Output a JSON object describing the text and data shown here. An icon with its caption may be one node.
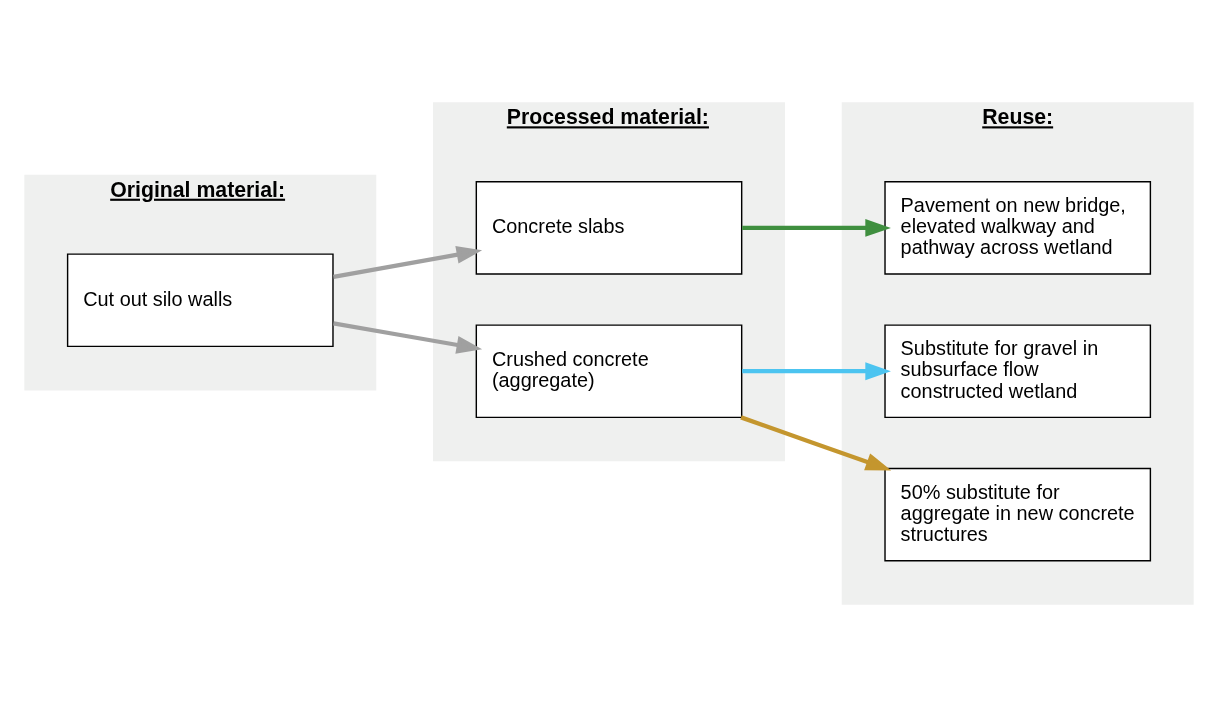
{
  "diagram": {
    "nodes": [
      {
        "text": [
          "Original material:"
        ]
      },
      {
        "text": [
          "Cut out silo walls"
        ],
        "in": 0
      },
      {
        "text": [
          "Processed material:"
        ]
      },
      {
        "text": [
          "Concrete slabs"
        ],
        "in": 2
      },
      {
        "text": [
          "Crushed concrete (aggregate)"
        ],
        "in": 2
      },
      {
        "text": [
          "Reuse:"
        ]
      },
      {
        "text": [
          "Pavement on new bridge, elevated walkway and pathway across wetland"
        ],
        "in": 5
      },
      {
        "text": [
          "Substitute for gravel in subsurface flow constructed wetland"
        ],
        "in": 5
      },
      {
        "text": [
          "50% substitute for aggregate in new concrete structures"
        ],
        "in": 5
      }
    ],
    "edges": [
      {
        "from": 1,
        "to": 3,
        "arrow": "to",
        "color": "#a0a0a0"
      },
      {
        "from": 1,
        "to": 4,
        "arrow": "to",
        "color": "#a0a0a0"
      },
      {
        "from": 3,
        "to": 6,
        "arrow": "to",
        "color": "#3f8f3f"
      },
      {
        "from": 4,
        "to": 7,
        "arrow": "to",
        "color": "#4cc4f0"
      },
      {
        "from": 4,
        "to": 8,
        "arrow": "to",
        "color": "#c4962e"
      }
    ]
  }
}
